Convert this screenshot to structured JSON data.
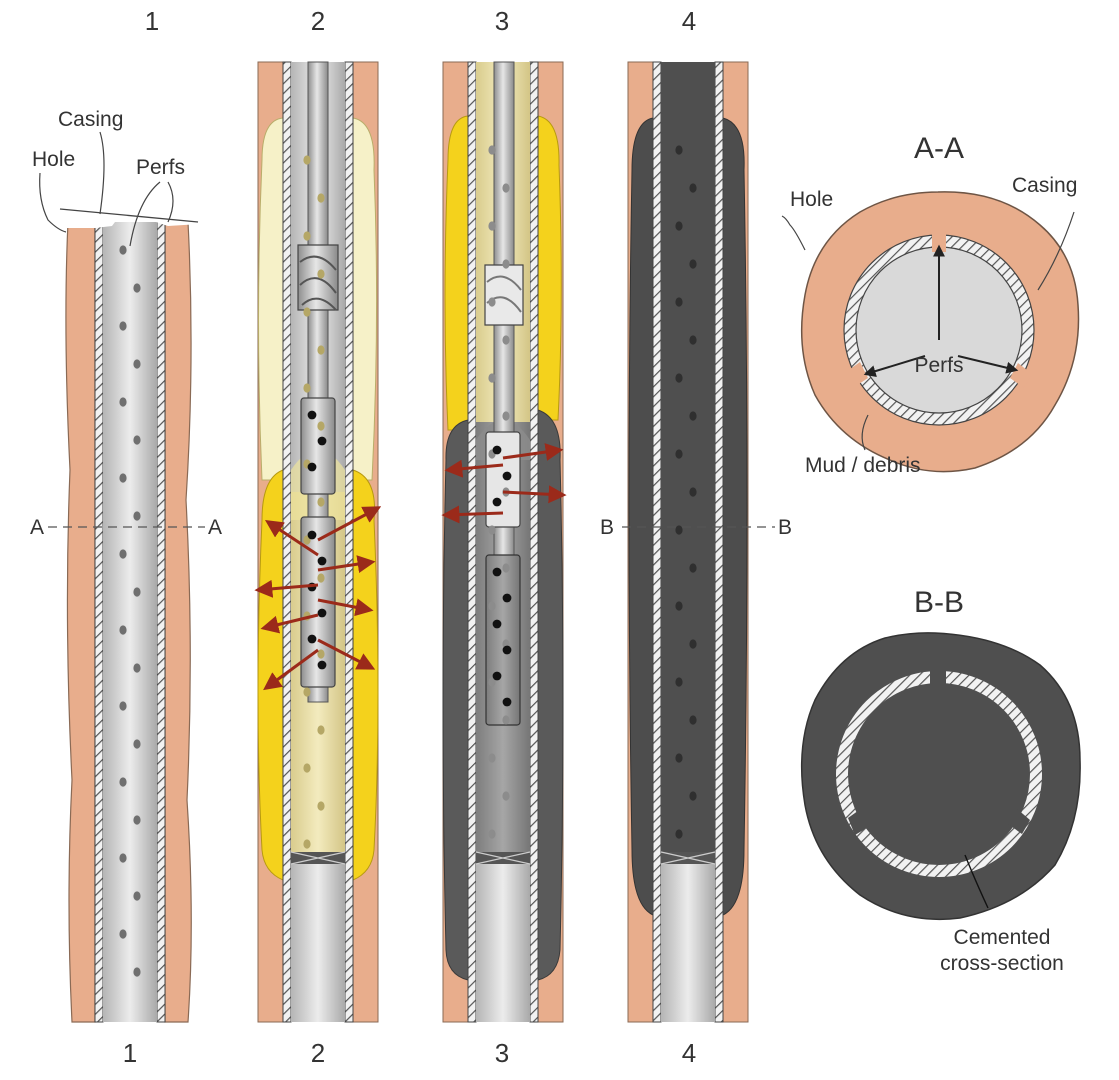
{
  "columns": [
    {
      "top_label": "1",
      "bottom_label": "1"
    },
    {
      "top_label": "2",
      "bottom_label": "2"
    },
    {
      "top_label": "3",
      "bottom_label": "3"
    },
    {
      "top_label": "4",
      "bottom_label": "4"
    }
  ],
  "well_labels": {
    "casing": "Casing",
    "hole": "Hole",
    "perfs": "Perfs"
  },
  "section_markers": {
    "a_left": "A",
    "a_right": "A",
    "b_left": "B",
    "b_right": "B"
  },
  "section_aa": {
    "title": "A-A",
    "hole": "Hole",
    "casing": "Casing",
    "perfs": "Perfs",
    "mud": "Mud / debris"
  },
  "section_bb": {
    "title": "B-B",
    "cemented_line1": "Cemented",
    "cemented_line2": "cross-section"
  },
  "colors": {
    "formation": "#e8ad8c",
    "casing_gray": "#cfcfcf",
    "fluid_light": "#f6f1c8",
    "fluid_yellow": "#f4d21c",
    "cement": "#5a5a5a",
    "arrow": "#9b2a1a"
  }
}
